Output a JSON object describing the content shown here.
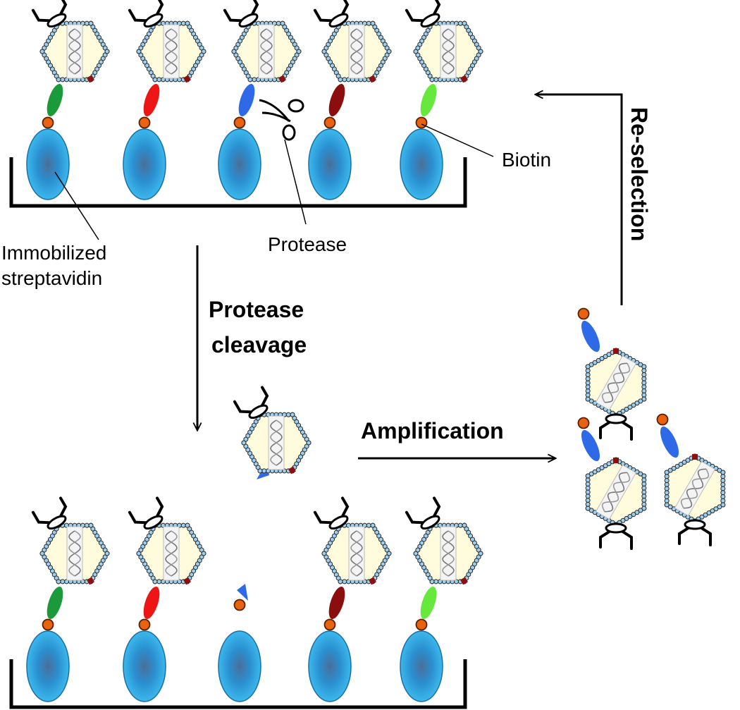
{
  "labels": {
    "biotin": "Biotin",
    "protease": "Protease",
    "immobilized_line1": "Immobilized",
    "immobilized_line2": "streptavidin",
    "protease_cleavage_line1": "Protease",
    "protease_cleavage_line2": "cleavage",
    "amplification": "Amplification",
    "reselection": "Re-selection"
  },
  "colors": {
    "streptavidin": "#1e9ad8",
    "biotin": "#e8620f",
    "capsid_fill": "#fffbdd",
    "capsid_bead": "#9fd0f0",
    "linker": "#8b1010",
    "substrate_green": "#1a9a3a",
    "substrate_red": "#ee1515",
    "substrate_blue": "#2e6ae8",
    "substrate_dark_red": "#8c0d0d",
    "substrate_light_green": "#66e83c"
  },
  "top_row_substrates": [
    "substrate_green",
    "substrate_red",
    "substrate_blue",
    "substrate_dark_red",
    "substrate_light_green"
  ],
  "bottom_row_substrates": [
    "substrate_green",
    "substrate_red",
    "cleaved",
    "substrate_dark_red",
    "substrate_light_green"
  ],
  "icons": [
    "streptavidin-icon",
    "biotin-icon",
    "phage-icon",
    "scissors-icon",
    "dna-icon"
  ]
}
